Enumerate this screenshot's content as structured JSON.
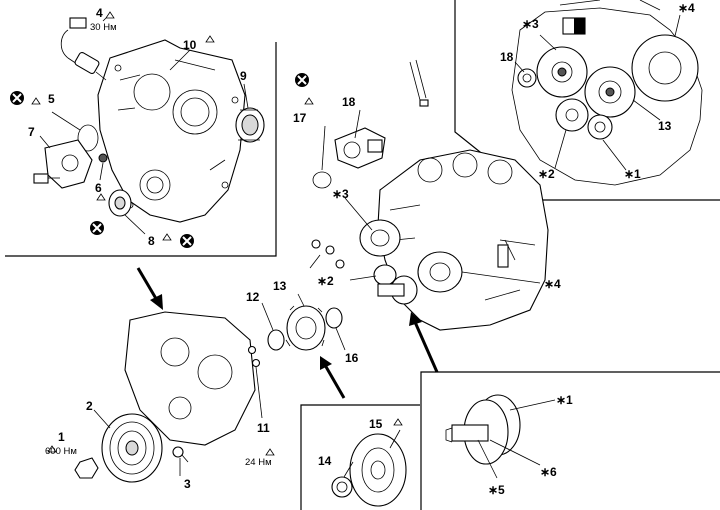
{
  "callouts": {
    "c1": "1",
    "c1_torque": "600 Нм",
    "c2": "2",
    "c3": "3",
    "c4": "4",
    "c4_torque": "30 Нм",
    "c5": "5",
    "c6": "6",
    "c7": "7",
    "c8": "8",
    "c9": "9",
    "c10": "10",
    "c11": "11",
    "c11_torque": "24 Нм",
    "c12": "12",
    "c13": "13",
    "c14": "14",
    "c15": "15",
    "c16": "16",
    "c17": "17",
    "c18": "18",
    "s1": "∗1",
    "s2": "∗2",
    "s3": "∗3",
    "s4": "∗4",
    "s5": "∗5",
    "s6": "∗6"
  },
  "inset_tr": {
    "s3": "∗3",
    "s4": "∗4",
    "c18": "18",
    "c13": "13",
    "s2": "∗2",
    "s1": "∗1"
  },
  "inset_br": {
    "s1": "∗1",
    "s6": "∗6",
    "s5": "∗5"
  },
  "inset_bm": {
    "c14": "14",
    "c15": "15"
  }
}
